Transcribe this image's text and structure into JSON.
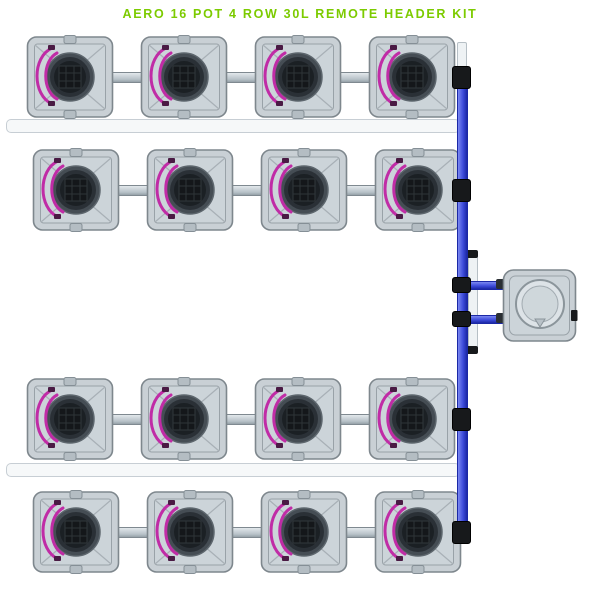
{
  "title": "AERO 16 POT 4 ROW 30L REMOTE HEADER KIT",
  "layout_counts": {
    "rows": 4,
    "pots_per_row": 4,
    "total_pots": 16
  },
  "colors": {
    "title_green": "#7CCB00",
    "pipe_blue": "#3E4CDB",
    "pipe_blue_dark": "#1B28A6",
    "hose_pink": "#C02CA6",
    "pot_body": "#C9D0D5",
    "pot_edge": "#7E878D",
    "pipe_gray": "#B7C1C7",
    "rail_white": "#F6F8F9",
    "fitting_black": "#17191B",
    "background": "#FFFFFF"
  },
  "icons": {
    "pot": "pot-top-view-icon",
    "header_tank": "header-tank-icon",
    "tee_fitting": "tee-fitting-icon",
    "hose": "pink-hose-icon"
  }
}
